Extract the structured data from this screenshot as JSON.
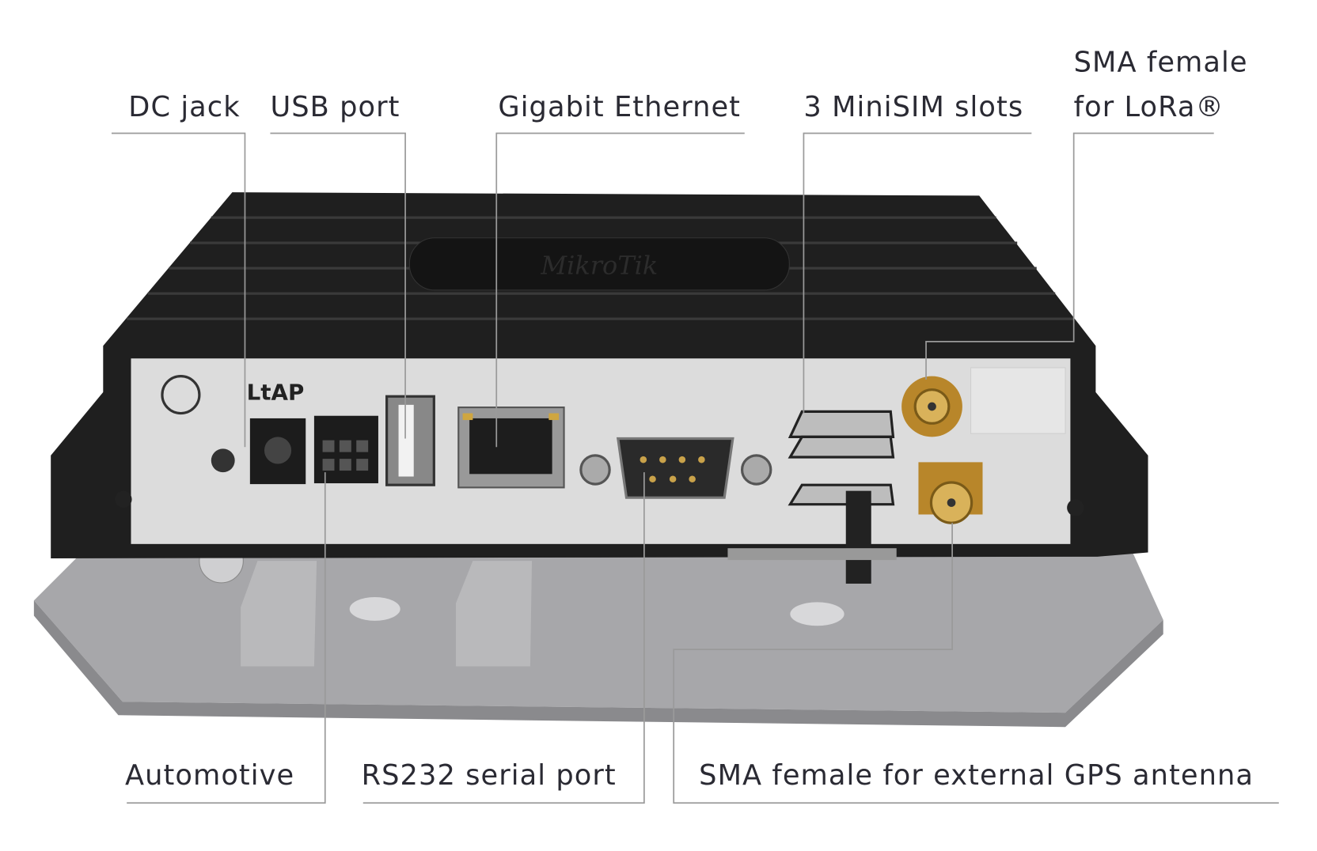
{
  "labels": {
    "dc_jack": "DC jack",
    "usb_port": "USB port",
    "gigabit_ethernet": "Gigabit Ethernet",
    "minisim_slots": "3 MiniSIM slots",
    "sma_lora_line1": "SMA female",
    "sma_lora_line2": "for LoRa®",
    "automotive": "Automotive",
    "rs232": "RS232 serial port",
    "sma_gps": "SMA female for external GPS antenna"
  },
  "device": {
    "model_mark": "LtAP",
    "logo": "MikroTik"
  },
  "colors": {
    "body": "#1e1e1e",
    "panel": "#dcdcdc",
    "base": "#a9a9ab",
    "sma_gold": "#b8862a"
  }
}
